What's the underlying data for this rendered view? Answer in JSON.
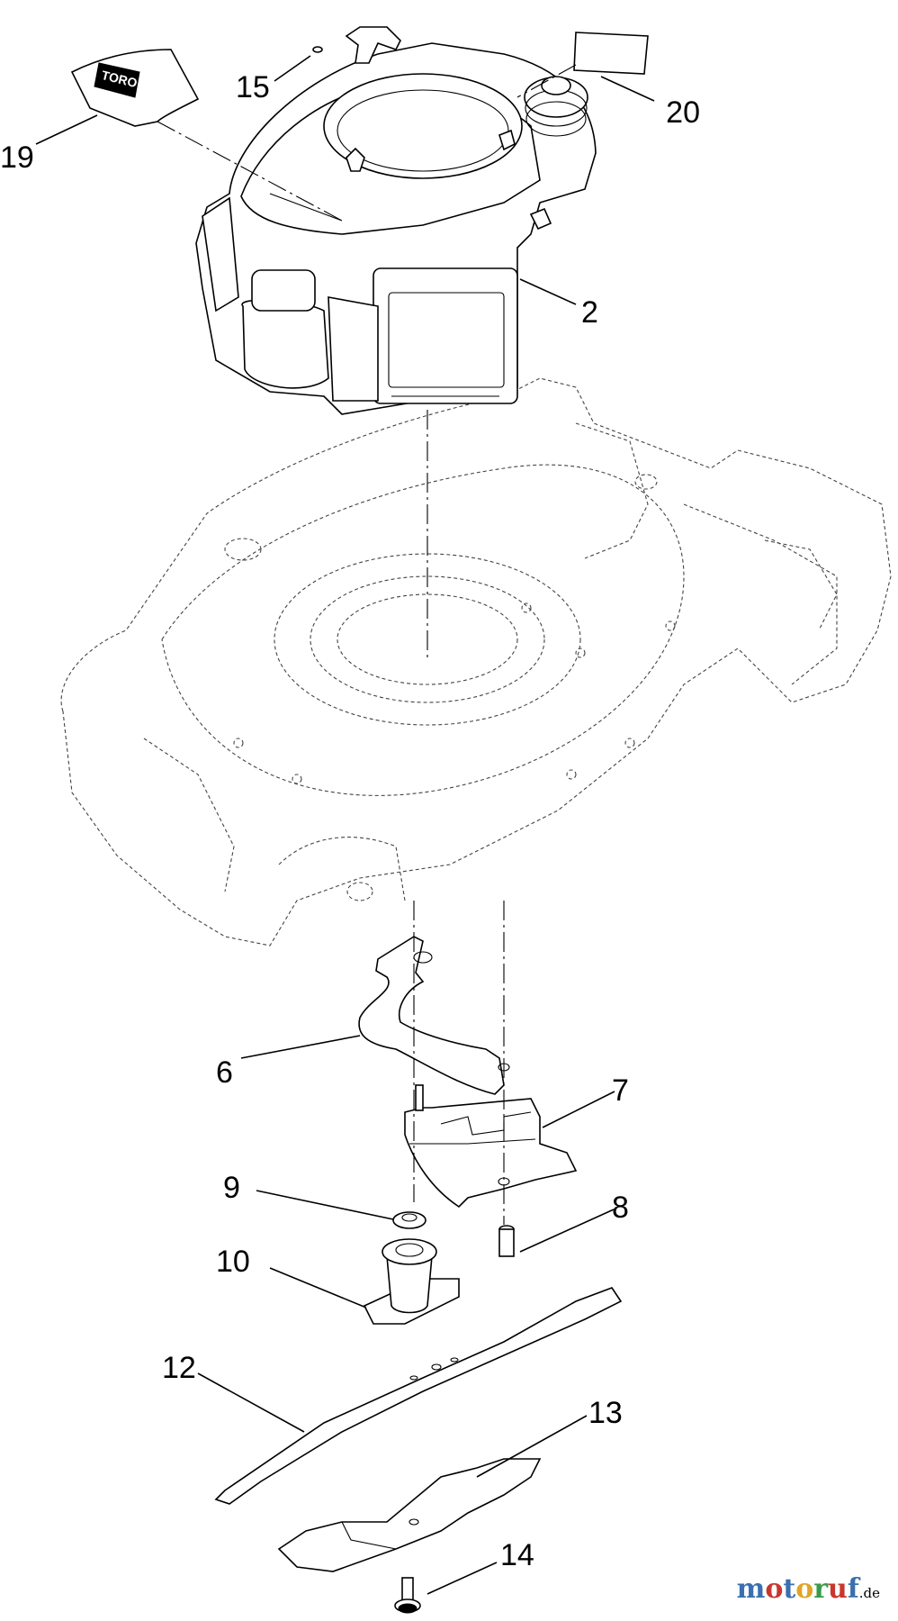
{
  "callouts": {
    "c15": "15",
    "c19": "19",
    "c20": "20",
    "c2": "2",
    "c6": "6",
    "c7": "7",
    "c9": "9",
    "c8": "8",
    "c10": "10",
    "c12": "12",
    "c13": "13",
    "c14": "14"
  },
  "decal_text": "TORO",
  "watermark": {
    "letters": [
      "m",
      "o",
      "t",
      "o",
      "r",
      "u",
      "f"
    ],
    "letter_colors": [
      "#3a6fb0",
      "#c8372d",
      "#3a6fb0",
      "#e0a526",
      "#3a9a4a",
      "#c8372d",
      "#3a6fb0"
    ],
    "suffix": ".de"
  },
  "colors": {
    "ink": "#000000",
    "background": "#ffffff"
  }
}
